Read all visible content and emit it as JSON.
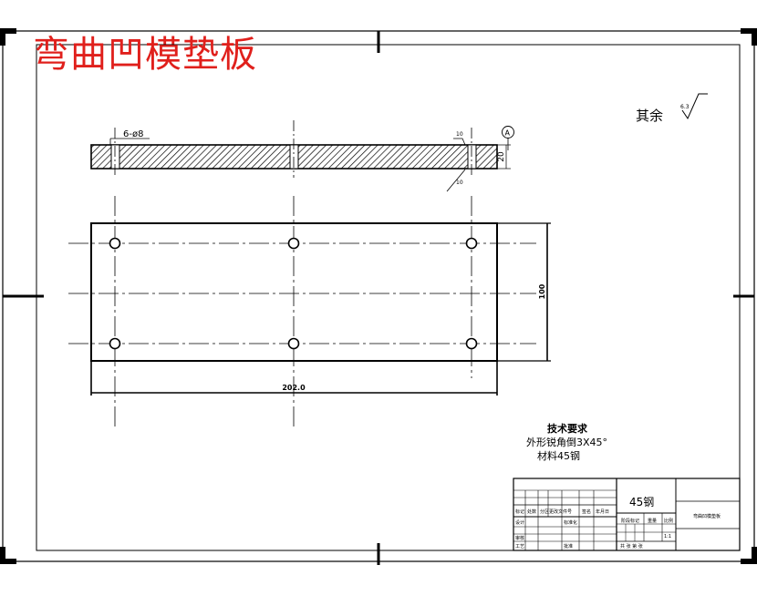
{
  "title": "弯曲凹模垫板",
  "roughness_note": {
    "label": "其余",
    "value": "6.3"
  },
  "section_view": {
    "hole_callout": "6-ø8",
    "datum": "A",
    "thickness": "20",
    "parallel_left": "10",
    "parallel_right": "10"
  },
  "plan_view": {
    "width_dim": "202.0",
    "height_dim": "100"
  },
  "tech_requirements": {
    "heading": "技术要求",
    "line1": "外形锐角倒3X45°",
    "line2": "材料45钢"
  },
  "title_block": {
    "material": "45钢",
    "drawing_name": "弯曲凹模垫板",
    "headers": [
      "标记",
      "处数",
      "分区",
      "更改文件号",
      "签名",
      "年月日"
    ],
    "designer": "设计",
    "standardization": "标准化",
    "stage_marks": "阶段标记",
    "weight": "重量",
    "scale": "比例",
    "scale_value": "1:1",
    "reviewer": "审核",
    "process": "工艺",
    "approve": "批准",
    "sheets": "共  张 第  张"
  },
  "colors": {
    "title": "#e0201c",
    "ink": "#000000"
  }
}
